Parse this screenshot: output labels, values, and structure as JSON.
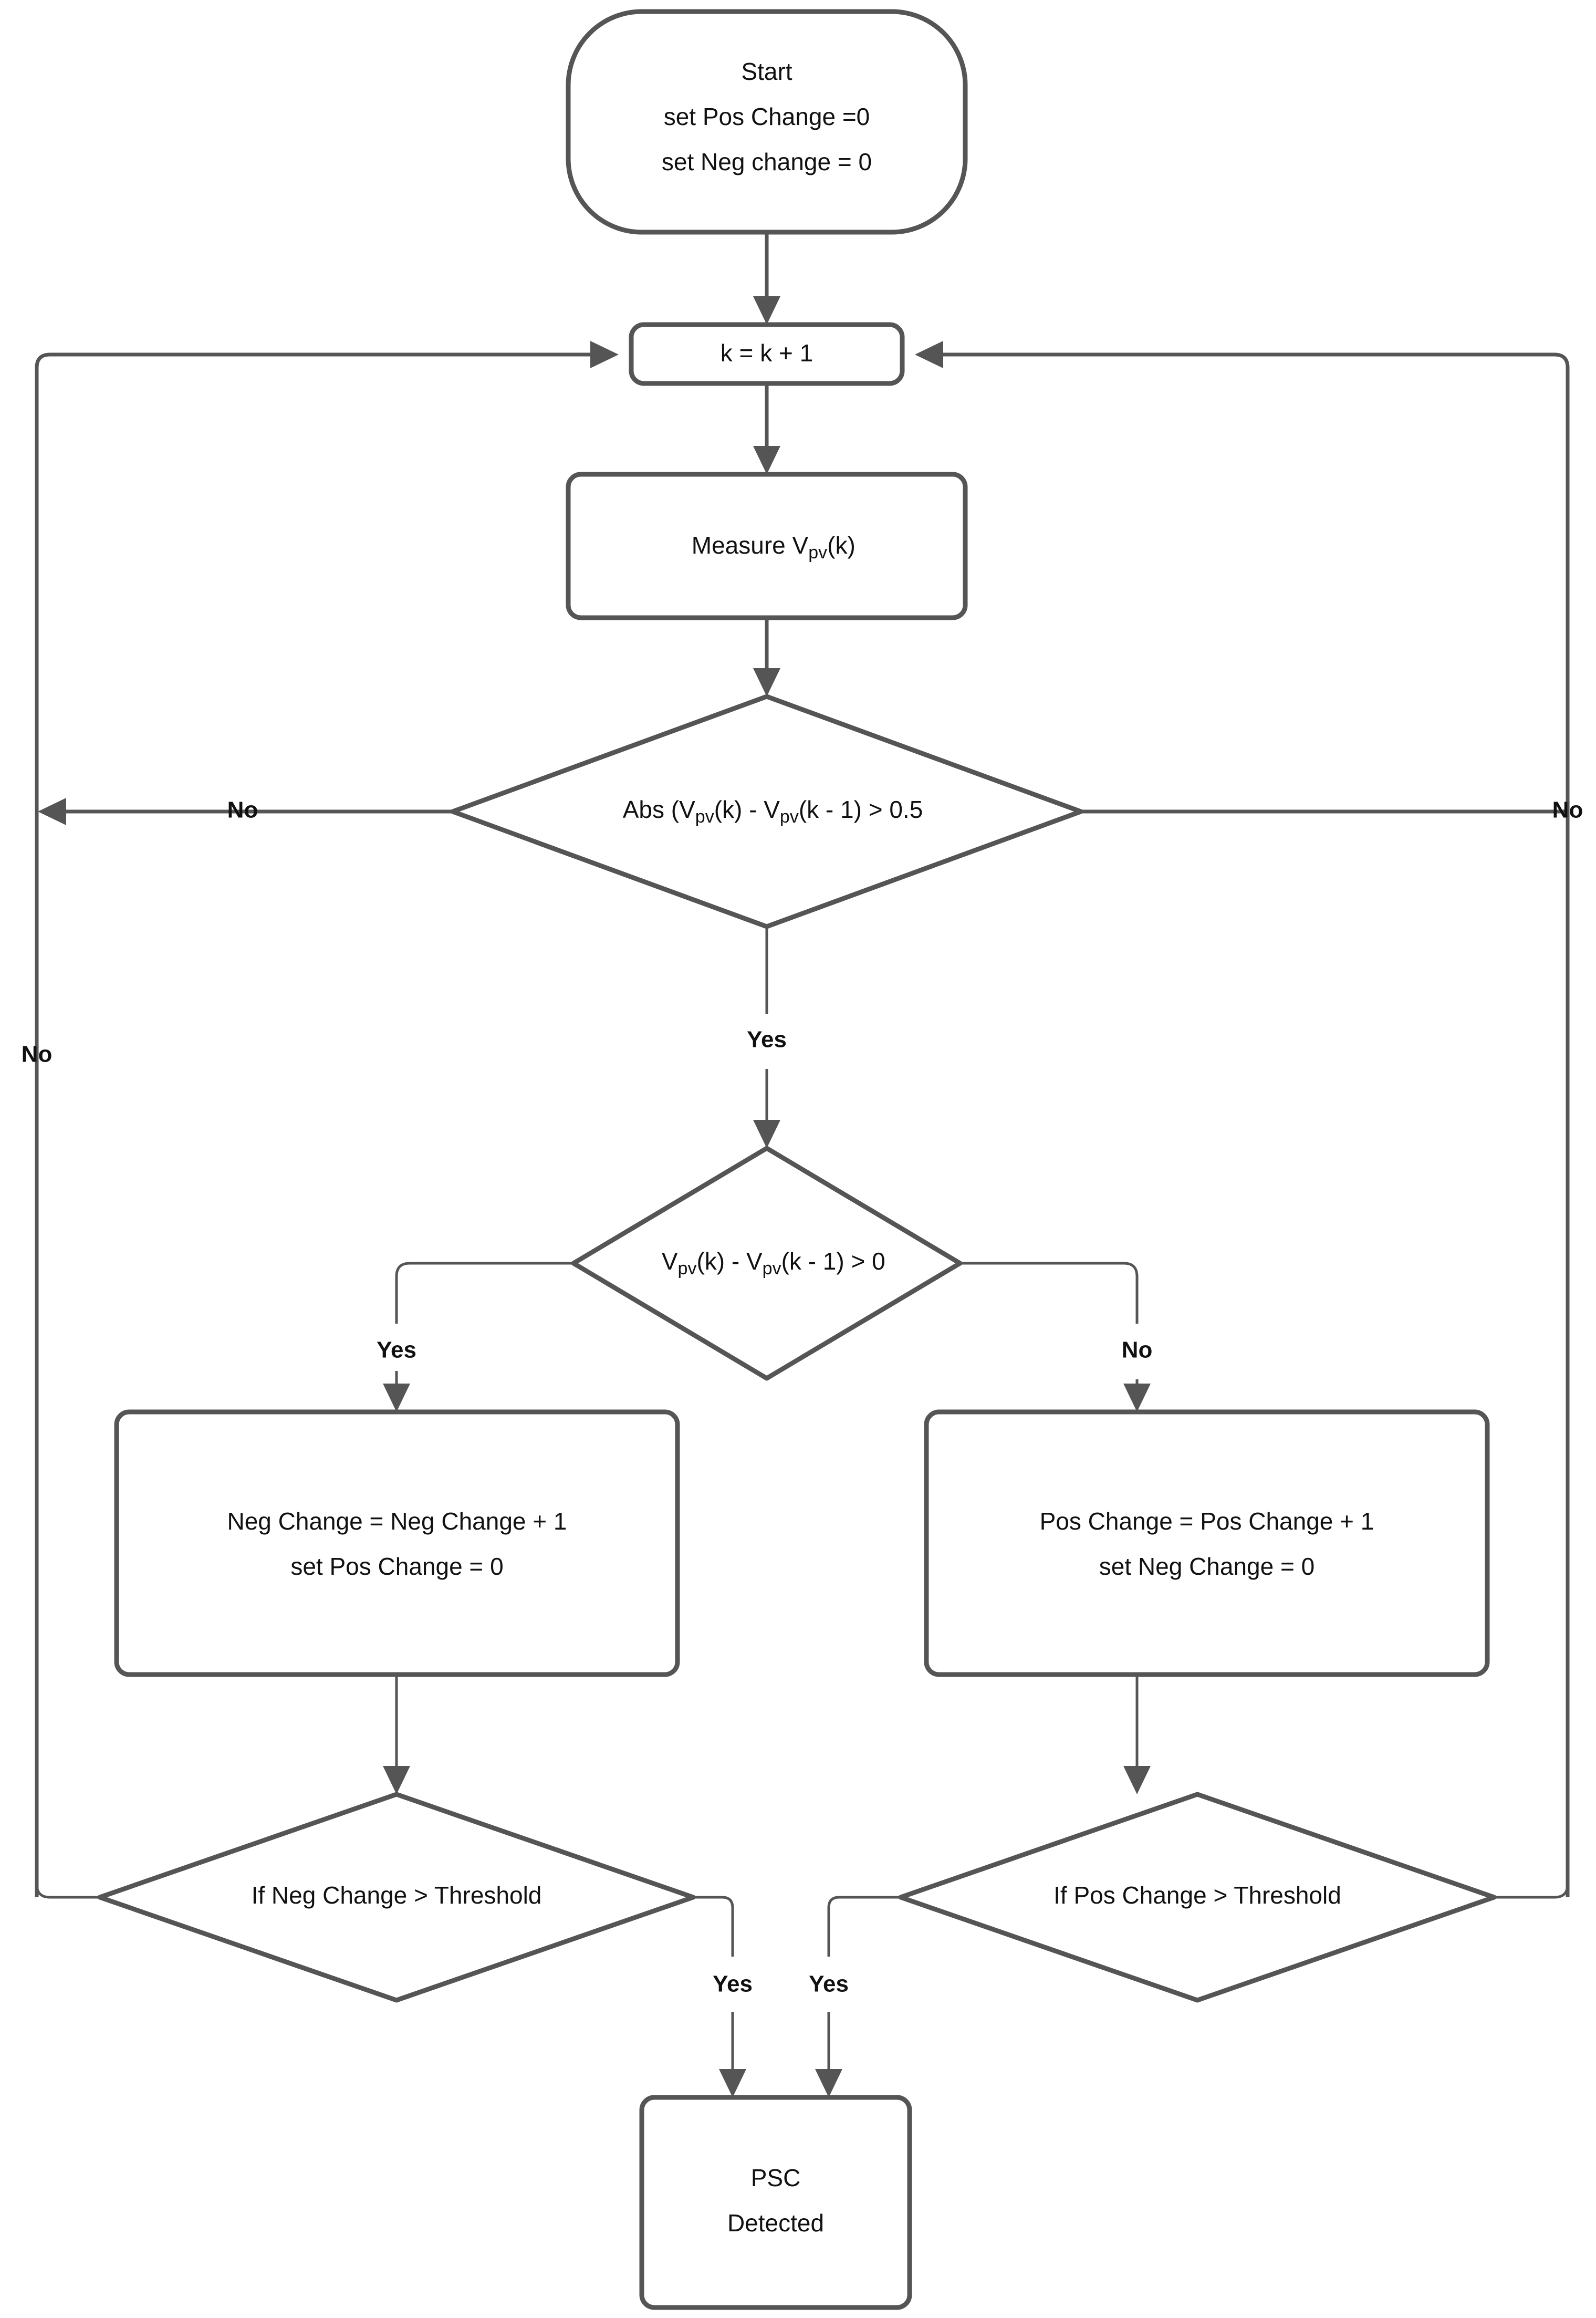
{
  "diagram": {
    "title": "PSC Detection Flowchart",
    "type": "flowchart",
    "colors": {
      "stroke": "#555555",
      "fill": "#ffffff",
      "text": "#111111",
      "background": "#ffffff"
    }
  },
  "nodes": {
    "start": {
      "shape": "stadium",
      "line1": "Start",
      "line2": "set Pos Change =0",
      "line3": "set Neg change = 0"
    },
    "increment": {
      "shape": "rounded-rect",
      "label": "k = k + 1"
    },
    "measure": {
      "shape": "rounded-rect",
      "label_prefix": "Measure V",
      "label_sub": "pv",
      "label_suffix": "(k)"
    },
    "decision_abs": {
      "shape": "diamond",
      "seg1": "Abs (V",
      "sub1": "pv",
      "seg2": "(k) - V",
      "sub2": "pv",
      "seg3": "(k - 1) > 0.5"
    },
    "decision_sign": {
      "shape": "diamond",
      "seg1": "V",
      "sub1": "pv",
      "seg2": "(k) - V",
      "sub2": "pv",
      "seg3": "(k - 1) > 0"
    },
    "neg_change": {
      "shape": "rounded-rect",
      "line1": "Neg Change = Neg Change + 1",
      "line2": "set Pos Change = 0"
    },
    "pos_change": {
      "shape": "rounded-rect",
      "line1": "Pos Change = Pos Change + 1",
      "line2": "set Neg Change = 0"
    },
    "decision_neg_threshold": {
      "shape": "diamond",
      "label": "If Neg Change > Threshold"
    },
    "decision_pos_threshold": {
      "shape": "diamond",
      "label": "If Pos Change > Threshold"
    },
    "psc": {
      "shape": "rounded-rect",
      "line1": "PSC",
      "line2": "Detected"
    }
  },
  "edge_labels": {
    "abs_no_left": "No",
    "abs_no_right": "No",
    "abs_yes": "Yes",
    "sign_yes": "Yes",
    "sign_no": "No",
    "neg_threshold_no": "No",
    "neg_threshold_yes": "Yes",
    "pos_threshold_yes": "Yes"
  }
}
